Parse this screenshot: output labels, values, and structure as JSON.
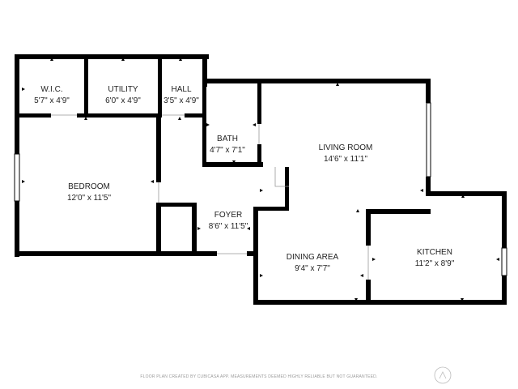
{
  "rooms": {
    "wic": {
      "name": "W.I.C.",
      "dims": "5'7\" x 4'9\""
    },
    "utility": {
      "name": "UTILITY",
      "dims": "6'0\" x 4'9\""
    },
    "hall": {
      "name": "HALL",
      "dims": "3'5\" x 4'9\""
    },
    "bath": {
      "name": "BATH",
      "dims": "4'7\" x 7'1\""
    },
    "living": {
      "name": "LIVING ROOM",
      "dims": "14'6\" x 11'1\""
    },
    "bedroom": {
      "name": "BEDROOM",
      "dims": "12'0\" x 11'5\""
    },
    "foyer": {
      "name": "FOYER",
      "dims": "8'6\" x 11'5\""
    },
    "dining": {
      "name": "DINING AREA",
      "dims": "9'4\" x 7'7\""
    },
    "kitchen": {
      "name": "KITCHEN",
      "dims": "11'2\" x 8'9\""
    }
  },
  "footer": {
    "disclaimer": "FLOOR PLAN CREATED BY CUBICASA APP. MEASUREMENTS DEEMED HIGHLY RELIABLE BUT NOT GUARANTEED."
  },
  "logo": {
    "icon": "cubicasa-logo-icon"
  }
}
